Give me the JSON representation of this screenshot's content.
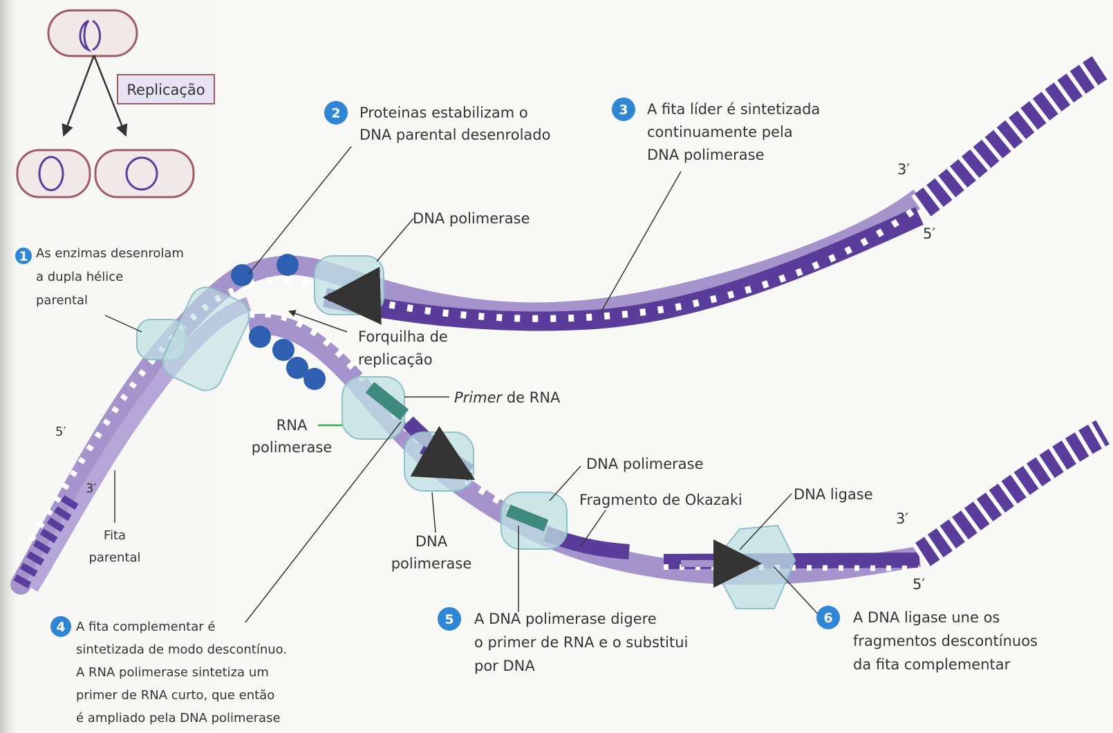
{
  "inset": {
    "replication_label": "Replicação"
  },
  "steps": [
    {
      "num": "1",
      "lines": [
        "As enzimas desenrolam",
        "a dupla hélice",
        "parental"
      ]
    },
    {
      "num": "2",
      "lines": [
        "Proteinas estabilizam o",
        "DNA parental desenrolado"
      ]
    },
    {
      "num": "3",
      "lines": [
        "A fita líder é sintetizada",
        "continuamente pela",
        "DNA polimerase"
      ]
    },
    {
      "num": "4",
      "lines": [
        "A fita complementar é",
        "sintetizada de modo descontínuo.",
        "A RNA polimerase sintetiza um",
        "primer de RNA curto, que então",
        "é ampliado pela DNA polimerase"
      ]
    },
    {
      "num": "5",
      "lines": [
        "A DNA polimerase digere",
        "o primer de RNA e o substitui",
        "por DNA"
      ]
    },
    {
      "num": "6",
      "lines": [
        "A DNA ligase une os",
        "fragmentos descontínuos",
        "da fita complementar"
      ]
    }
  ],
  "labels": {
    "dna_pol_top": "DNA polimerase",
    "fork_1": "Forquilha de",
    "fork_2": "replicação",
    "primer_italic": "Primer",
    "primer_rest": " de RNA",
    "rna_pol_1": "RNA",
    "rna_pol_2": "polimerase",
    "dna_pol_mid": "DNA polimerase",
    "okazaki": "Fragmento de Okazaki",
    "dna_ligase": "DNA ligase",
    "dna_pol_low_1": "DNA",
    "dna_pol_low_2": "polimerase",
    "fita_1": "Fita",
    "fita_2": "parental"
  },
  "ends": {
    "top_3": "3′",
    "top_5": "5′",
    "left_5": "5′",
    "left_3": "3′",
    "low_3": "3′",
    "low_5": "5′"
  },
  "colors": {
    "strand_light": "#a593cc",
    "strand_dark": "#5a3d9a",
    "enzyme": "#bfe0e3",
    "ssb": "#2e5fb0",
    "primer": "#3f8a7e",
    "step_badge": "#2f86d4"
  }
}
